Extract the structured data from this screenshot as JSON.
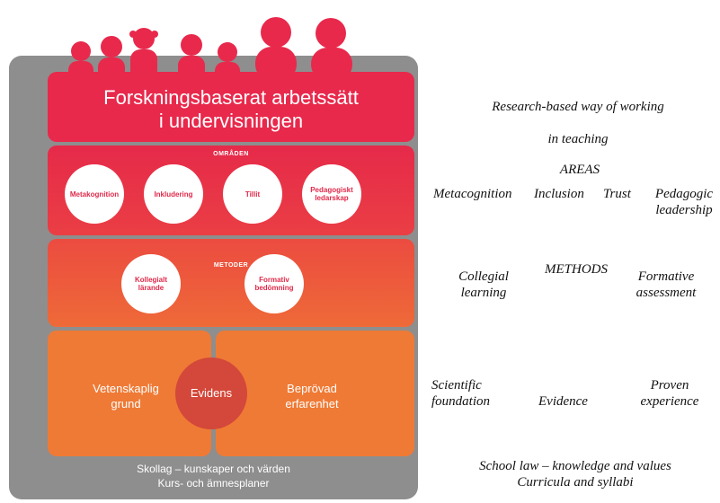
{
  "diagram": {
    "banner_line1": "Forskningsbaserat arbetssätt",
    "banner_line2": "i undervisningen",
    "areas_title": "OMRÅDEN",
    "areas": [
      "Metakognition",
      "Inkludering",
      "Tillit",
      "Pedagogiskt ledarskap"
    ],
    "methods_title": "METODER",
    "methods": [
      "Kollegialt lärande",
      "Formativ bedömning"
    ],
    "left_box_line1": "Vetenskaplig",
    "left_box_line2": "grund",
    "center_label": "Evidens",
    "right_box_line1": "Beprövad",
    "right_box_line2": "erfarenhet",
    "bottom_line1": "Skollag – kunskaper och värden",
    "bottom_line2": "Kurs- och ämnesplaner",
    "colors": {
      "frame": "#8e8e8e",
      "banner": "#e8294c",
      "methods": "#ee6a38",
      "base": "#ef7a35",
      "evidence": "#d3483a"
    }
  },
  "translation": {
    "title_line1": "Research-based way of working",
    "title_line2": "in teaching",
    "areas": "AREAS",
    "metacognition": "Metacognition",
    "inclusion": "Inclusion",
    "trust": "Trust",
    "pedagogic_line1": "Pedagogic",
    "pedagogic_line2": "leadership",
    "collegial_line1": "Collegial",
    "collegial_line2": "learning",
    "methods": "METHODS",
    "formative_line1": "Formative",
    "formative_line2": "assessment",
    "scientific_line1": "Scientific",
    "scientific_line2": "foundation",
    "evidence": "Evidence",
    "proven_line1": "Proven",
    "proven_line2": "experience",
    "school_law": "School law – knowledge and values",
    "curricula": "Curricula and syllabi"
  }
}
